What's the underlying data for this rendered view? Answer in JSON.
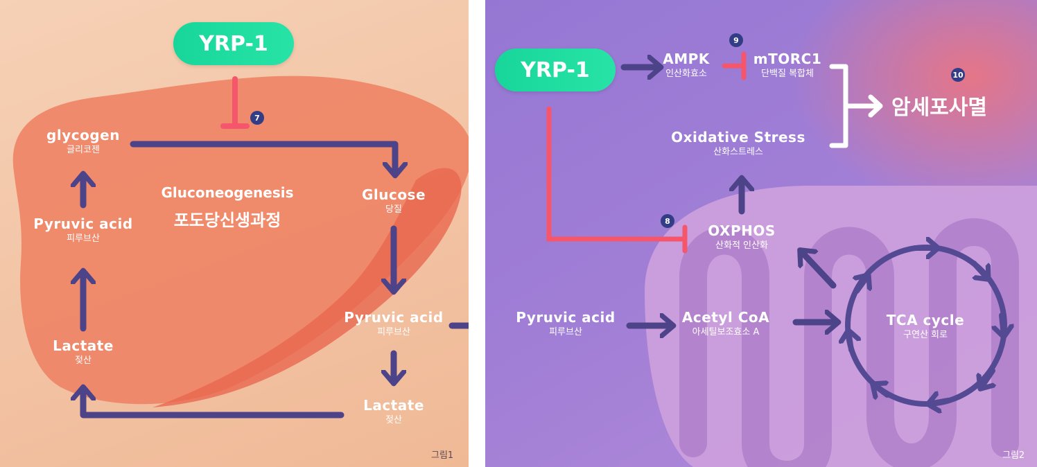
{
  "figure1": {
    "yrp": "YRP-1",
    "badge": "7",
    "glycogen": {
      "en": "glycogen",
      "ko": "글리코젠"
    },
    "pyruvic_left": {
      "en": "Pyruvic acid",
      "ko": "피루브산"
    },
    "lactate_left": {
      "en": "Lactate",
      "ko": "젖산"
    },
    "gluconeogenesis": {
      "en": "Gluconeogenesis",
      "ko": "포도당신생과정"
    },
    "glucose": {
      "en": "Glucose",
      "ko": "당질"
    },
    "pyruvic_right": {
      "en": "Pyruvic acid",
      "ko": "피루브산"
    },
    "lactate_right": {
      "en": "Lactate",
      "ko": "젖산"
    },
    "caption": "그림1"
  },
  "figure2": {
    "yrp": "YRP-1",
    "ampk": {
      "en": "AMPK",
      "ko": "인산화효소"
    },
    "mtorc1": {
      "en": "mTORC1",
      "ko": "단백질 복합체"
    },
    "badge9": "9",
    "badge10": "10",
    "badge8": "8",
    "apoptosis": "암세포사멸",
    "oxidative": {
      "en": "Oxidative Stress",
      "ko": "산화스트레스"
    },
    "oxphos": {
      "en": "OXPHOS",
      "ko": "산화적 인산화"
    },
    "pyruvic": {
      "en": "Pyruvic acid",
      "ko": "피루브산"
    },
    "acetyl": {
      "en": "Acetyl CoA",
      "ko": "아세틸보조효소 A"
    },
    "tca": {
      "en": "TCA cycle",
      "ko": "구연산 회로"
    },
    "caption": "그림2"
  },
  "colors": {
    "arrow": "#4d4388",
    "inhibit": "#f5566b",
    "pill": "#1fdc9f",
    "badge": "#323d86"
  }
}
